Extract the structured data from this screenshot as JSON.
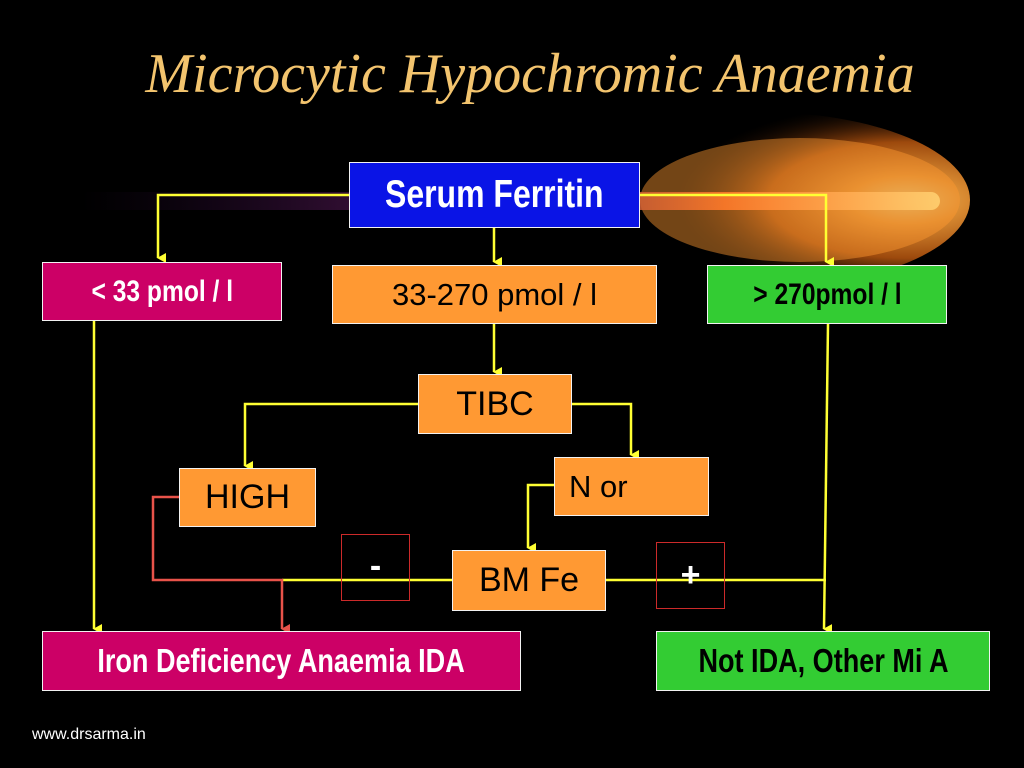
{
  "title": "Microcytic Hypochromic Anaemia",
  "footer": "www.drsarma.in",
  "colors": {
    "background": "#000000",
    "title": "#f3c46e",
    "connector": "#ffff33",
    "connector_red": "#e8534a",
    "blue_box": "#0a14e6",
    "magenta_box": "#cc0066",
    "orange_box": "#ff9933",
    "green_box": "#33cc33"
  },
  "nodes": {
    "serum_ferritin": "Serum Ferritin",
    "low": "< 33 pmol / l",
    "mid": "33-270 pmol / l",
    "high_range": "> 270pmol / l",
    "tibc": "TIBC",
    "tibc_high": "HIGH",
    "tibc_normal_low": "N or",
    "bm_fe": "BM Fe",
    "ida": "Iron Deficiency Anaemia IDA",
    "not_ida": "Not IDA, Other Mi A",
    "negative": "-",
    "positive": "+"
  }
}
